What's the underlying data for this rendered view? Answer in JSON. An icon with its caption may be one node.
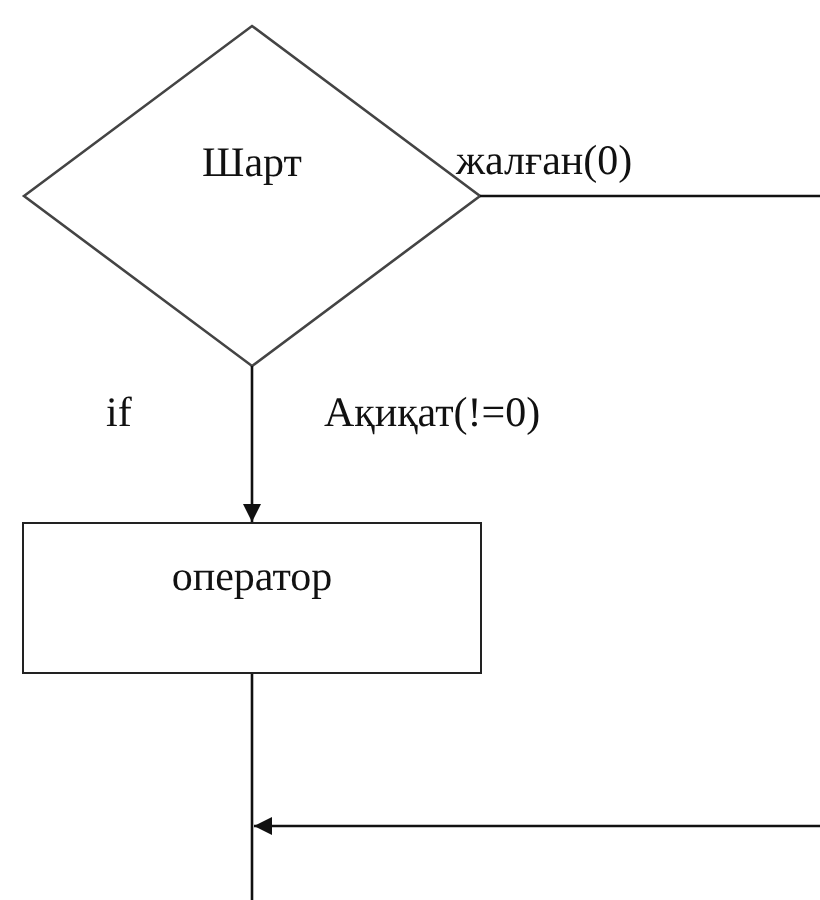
{
  "diagram": {
    "nodes": [
      {
        "text": [
          "Шарт"
        ]
      },
      {
        "text": [
          "оператор"
        ]
      }
    ],
    "edges": [
      {
        "from": 0,
        "to": 1,
        "arrow": "to",
        "label": "Ақиқат(!=0)"
      },
      {
        "from": 0,
        "to": null,
        "arrow": "none",
        "label": "жалған(0)"
      },
      {
        "from": 1,
        "to": null,
        "arrow": "none"
      },
      {
        "from": null,
        "to": 1,
        "arrow": "to"
      }
    ],
    "labels": [
      "if"
    ]
  }
}
